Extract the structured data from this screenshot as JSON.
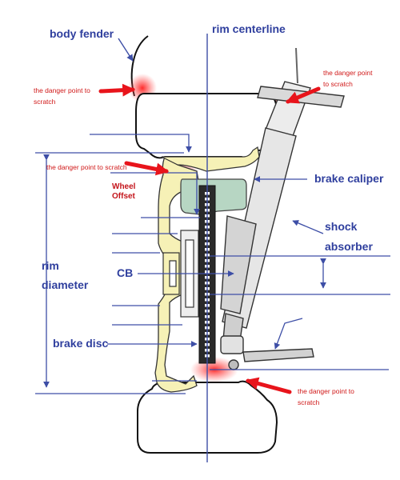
{
  "colors": {
    "label": "#2f3f9e",
    "danger_text": "#d01818",
    "arrow_red": "#e8141b",
    "pointer": "#3d4ea6",
    "rim_yellow": "#f6f1b6",
    "caliper_green": "#b7d6c3",
    "tire_outline": "#111111",
    "strut_gray": "#d8d8d8"
  },
  "labels": {
    "body_fender": "body fender",
    "rim_centerline": "rim centerline",
    "brake_caliper": "brake caliper",
    "shock": "shock",
    "absorber": "absorber",
    "rim": "rim",
    "diameter": "diameter",
    "cb": "CB",
    "brake_disc": "brake disc"
  },
  "wheel_offset": {
    "line1": "Wheel",
    "line2": "Offset"
  },
  "danger": {
    "fender": [
      "the danger point to",
      "scratch"
    ],
    "strut": [
      "the danger point",
      "to scratch"
    ],
    "caliper": "the danger point to scratch",
    "bottom": [
      "the danger point to",
      "scratch"
    ]
  }
}
